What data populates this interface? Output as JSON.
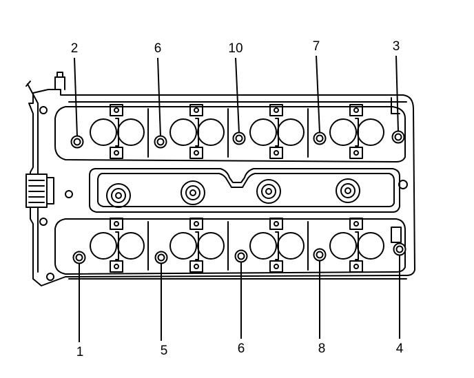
{
  "labels": {
    "top": [
      "2",
      "6",
      "10",
      "7",
      "3"
    ],
    "bottom": [
      "1",
      "5",
      "6",
      "8",
      "4"
    ]
  },
  "colors": {
    "line": "#000000",
    "paper": "#ffffff"
  }
}
